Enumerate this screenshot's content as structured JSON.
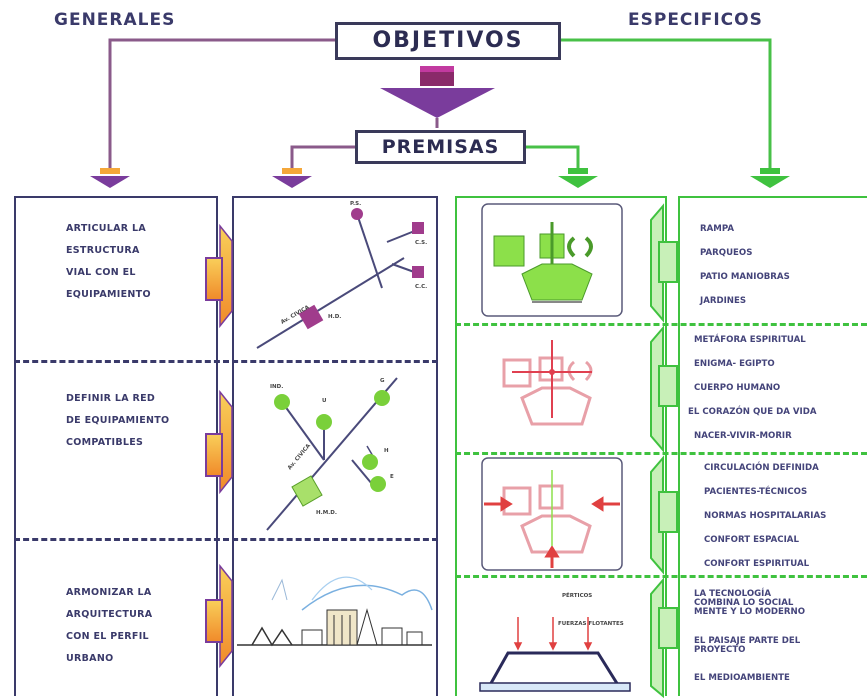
{
  "headers": {
    "generales": "GENERALES",
    "especificos": "ESPECIFICOS"
  },
  "objetivos": "OBJETIVOS",
  "premisas": "PREMISAS",
  "generales_items": [
    "ARTICULAR LA\nESTRUCTURA\nVIAL CON EL\nEQUIPAMIENTO",
    "DEFINIR LA RED\nDE EQUIPAMIENTO\nCOMPATIBLES",
    "ARMONIZAR LA\nARQUITECTURA\nCON EL PERFIL\nURBANO"
  ],
  "diagram1": {
    "ps": "P.S.",
    "cs": "C.S.",
    "cc": "C.C.",
    "hd": "H.D.",
    "avenue": "Av. CIVICA"
  },
  "diagram2": {
    "ind": "IND.",
    "u": "U",
    "g": "G",
    "h": "H",
    "e": "E",
    "hmd": "H.M.D.",
    "avenue": "Av. CIVICA"
  },
  "especificos_groups": [
    {
      "items": [
        "RAMPA",
        "PARQUEOS",
        "PATIO MANIOBRAS",
        "JARDINES"
      ]
    },
    {
      "items": [
        "METÁFORA ESPIRITUAL",
        "ENIGMA- EGIPTO",
        "CUERPO HUMANO",
        "EL CORAZÓN QUE DA VIDA",
        "NACER-VIVIR-MORIR"
      ]
    },
    {
      "items": [
        "CIRCULACIÓN DEFINIDA",
        "PACIENTES-TÉCNICOS",
        "NORMAS HOSPITALARIAS",
        "CONFORT ESPACIAL",
        "CONFORT ESPIRITUAL"
      ]
    },
    {
      "items": [
        "LA TECNOLOGÍA\nCOMBINA LO SOCIAL\nMENTE Y LO MODERNO",
        "EL PAISAJE PARTE DEL\nPROYECTO",
        "EL MEDIOAMBIENTE"
      ]
    }
  ],
  "section_labels": {
    "hormigon": "PÉRTICOS",
    "losa": "FUERZAS FLOTANTES"
  },
  "colors": {
    "navy": "#3a3a6a",
    "purple": "#7a3c9c",
    "green": "#3fc23f",
    "orange": "#f4a73a"
  }
}
